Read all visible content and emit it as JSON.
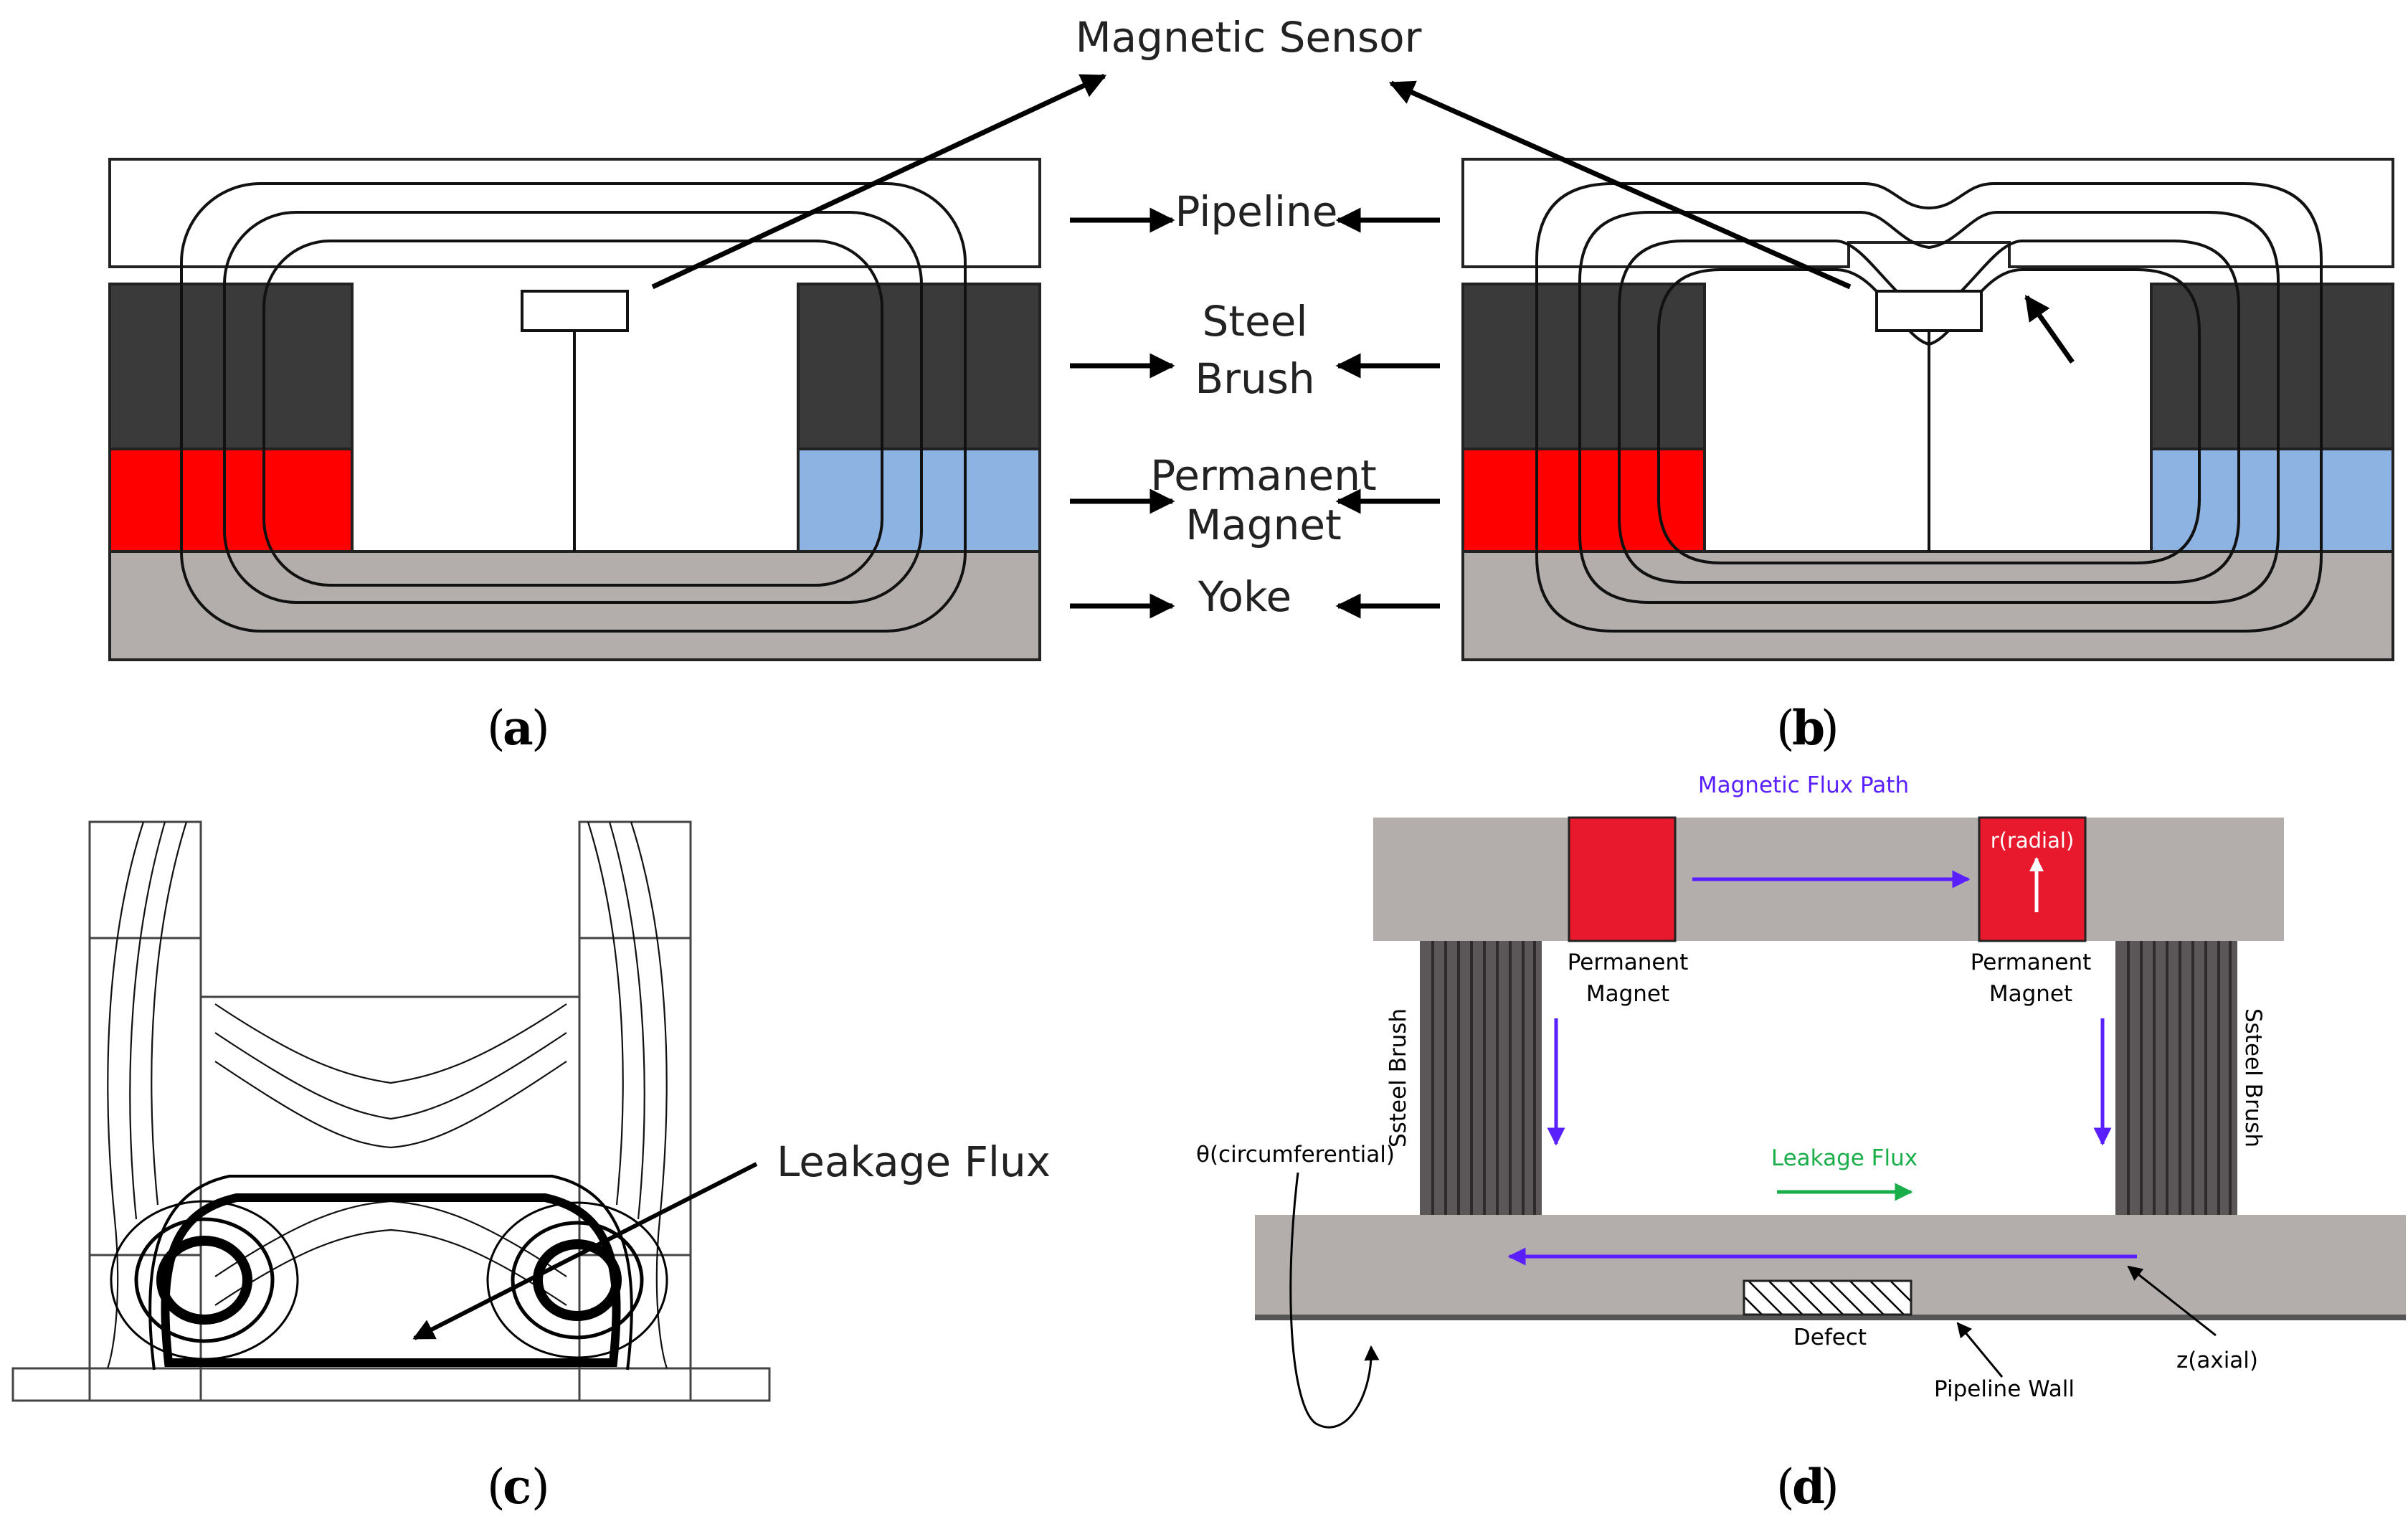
{
  "panel_a": {
    "caption_open": "(",
    "caption_letter": "a",
    "caption_close": ")",
    "top_label": "Magnetic Sensor"
  },
  "center_labels": {
    "pipeline": "Pipeline",
    "steel_brush_1": "Steel",
    "steel_brush_2": "Brush",
    "permanent_magnet_1": "Permanent",
    "permanent_magnet_2": "Magnet",
    "yoke": "Yoke"
  },
  "panel_b": {
    "caption_open": "(",
    "caption_letter": "b",
    "caption_close": ")"
  },
  "panel_c": {
    "caption_open": "(",
    "caption_letter": "c",
    "caption_close": ")",
    "leakage_label": "Leakage Flux"
  },
  "panel_d": {
    "caption_open": "(",
    "caption_letter": "d",
    "caption_close": ")",
    "flux_path_label": "Magnetic Flux Path",
    "radial_label": "r(radial)",
    "magnet_left_1": "Permanent",
    "magnet_left_2": "Magnet",
    "magnet_right_1": "Permanent",
    "magnet_right_2": "Magnet",
    "brush_left": "Ssteel Brush",
    "brush_right": "Ssteel Brush",
    "circumferential_label": "θ(circumferential)",
    "leakage_label": "Leakage Flux",
    "defect_label": "Defect",
    "pipeline_wall_label": "Pipeline Wall",
    "axial_label": "z(axial)"
  },
  "colors": {
    "steel_brush": "#3a3a3a",
    "magnet_red": "#ff0000",
    "magnet_blue": "#8db3e2",
    "yoke": "#b3aeac",
    "d_magnet": "#e8192c",
    "flux_path": "#5a1fff",
    "leakage_green": "#1aae4a"
  }
}
